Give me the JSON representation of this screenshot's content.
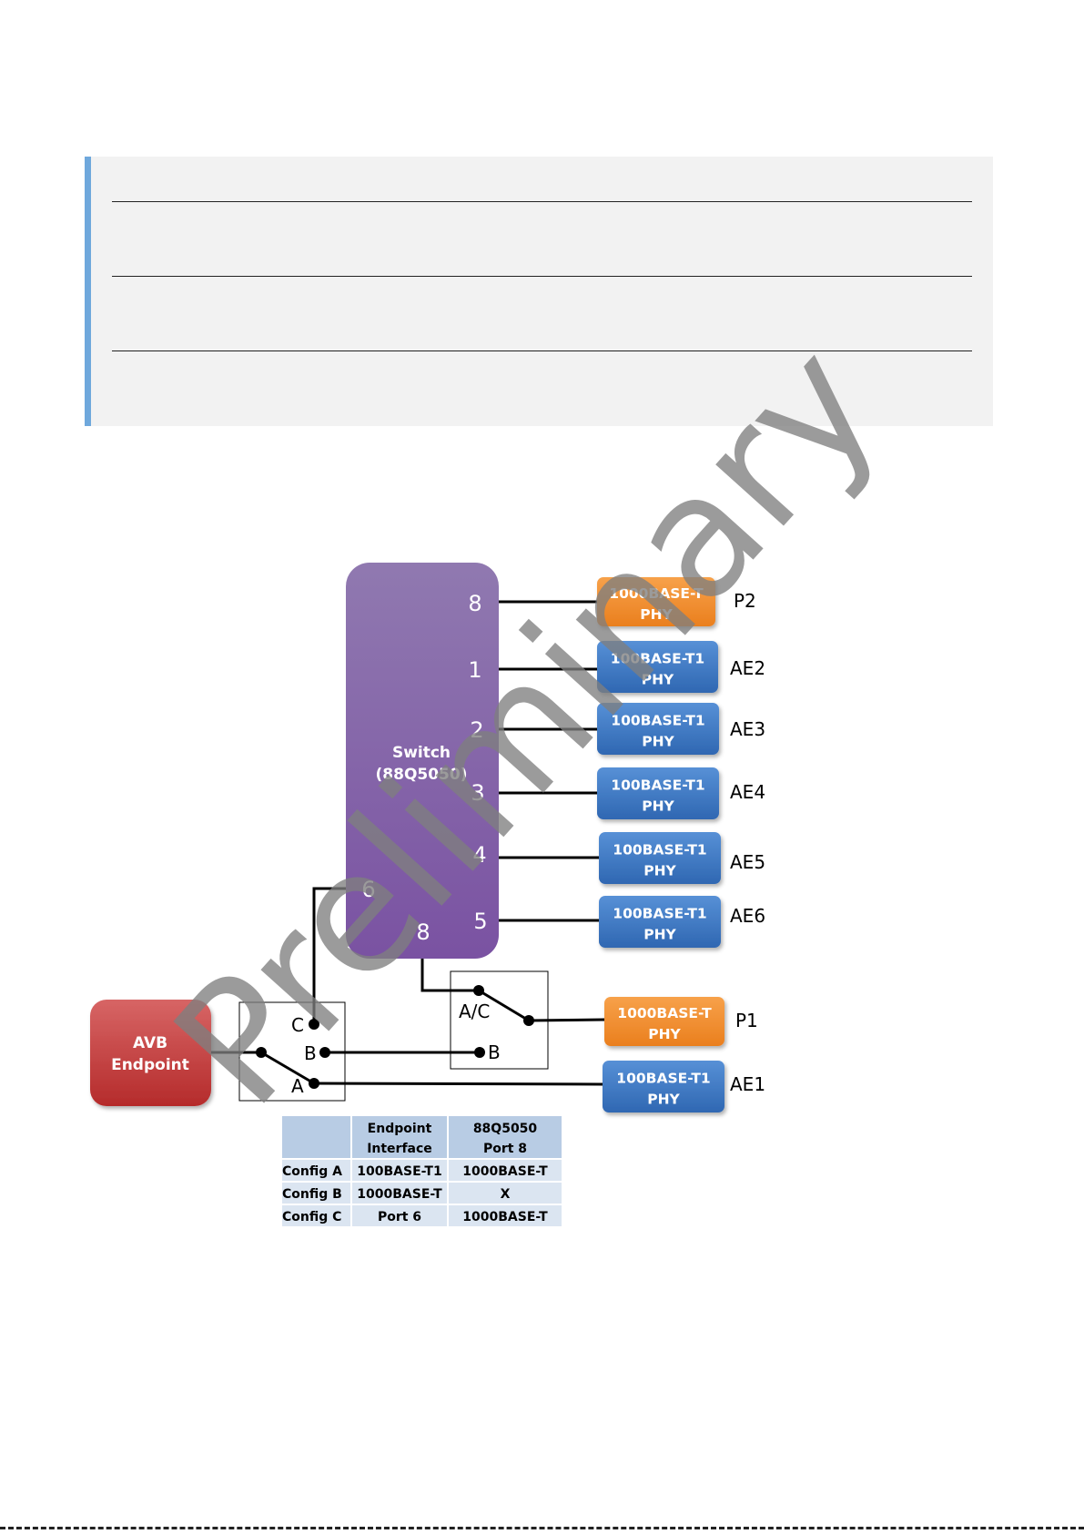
{
  "diagram": {
    "switch": {
      "title": "Switch",
      "part": "(88Q5050)"
    },
    "ports": {
      "p8_top": "8",
      "p1": "1",
      "p2": "2",
      "p3": "3",
      "p4": "4",
      "p5": "5",
      "p6": "6",
      "p8_bottom": "8"
    },
    "phys": [
      {
        "line1": "1000BASE-T",
        "line2": "PHY",
        "label": "P2",
        "kind": "gig"
      },
      {
        "line1": "100BASE-T1",
        "line2": "PHY",
        "label": "AE2",
        "kind": "auto"
      },
      {
        "line1": "100BASE-T1",
        "line2": "PHY",
        "label": "AE3",
        "kind": "auto"
      },
      {
        "line1": "100BASE-T1",
        "line2": "PHY",
        "label": "AE4",
        "kind": "auto"
      },
      {
        "line1": "100BASE-T1",
        "line2": "PHY",
        "label": "AE5",
        "kind": "auto"
      },
      {
        "line1": "100BASE-T1",
        "line2": "PHY",
        "label": "AE6",
        "kind": "auto"
      },
      {
        "line1": "1000BASE-T",
        "line2": "PHY",
        "label": "P1",
        "kind": "gig"
      },
      {
        "line1": "100BASE-T1",
        "line2": "PHY",
        "label": "AE1",
        "kind": "auto"
      }
    ],
    "endpoint": {
      "line1": "AVB",
      "line2": "Endpoint"
    },
    "switch_left": {
      "c": "C",
      "b": "B",
      "a": "A"
    },
    "switch_right": {
      "ac": "A/C",
      "b": "B"
    },
    "watermark": "Preliminary",
    "colors": {
      "switch_top": "#8f79b0",
      "switch_bottom": "#7a55a0",
      "gig_phy": "#f28c28",
      "auto_phy": "#3d78c4",
      "endpoint": "#c43b3b",
      "table_header": "#b8cce4",
      "table_cell": "#dbe5f1"
    }
  },
  "config_table": {
    "header": [
      "",
      "Endpoint\nInterface",
      "88Q5050\nPort 8"
    ],
    "header_lines": [
      [
        "",
        ""
      ],
      [
        "Endpoint",
        "Interface"
      ],
      [
        "88Q5050",
        "Port 8"
      ]
    ],
    "rows": [
      [
        "Config A",
        "100BASE-T1",
        "1000BASE-T"
      ],
      [
        "Config B",
        "1000BASE-T",
        "X"
      ],
      [
        "Config C",
        "Port 6",
        "1000BASE-T"
      ]
    ]
  }
}
